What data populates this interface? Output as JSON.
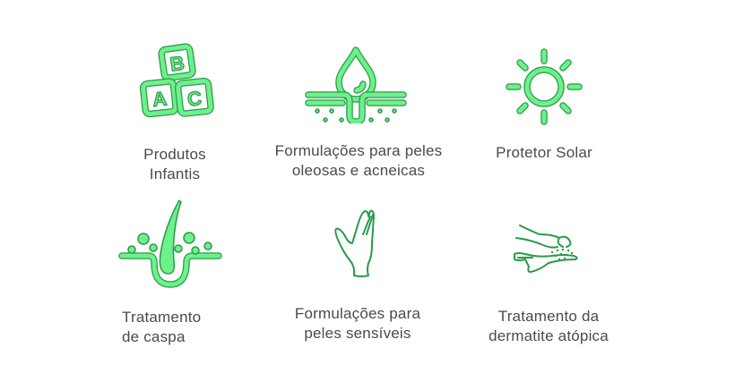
{
  "items": [
    {
      "icon": "abc-blocks-icon",
      "line1": "Produtos",
      "line2": "Infantis"
    },
    {
      "icon": "drop-skin-pore-icon",
      "line1": "Formulações para peles",
      "line2": "oleosas e acneicas"
    },
    {
      "icon": "sun-icon",
      "line1": "Protetor Solar",
      "line2": ""
    },
    {
      "icon": "hair-follicle-icon",
      "line1": "Tratamento",
      "line2": "de caspa"
    },
    {
      "icon": "hand-icon",
      "line1": "Formulações para",
      "line2": "peles sensíveis"
    },
    {
      "icon": "scratching-hand-icon",
      "line1": "Tratamento da",
      "line2": "dermatite atópica"
    }
  ],
  "colors": {
    "icon_fill": "#6ef08a",
    "icon_stroke": "#2a9a4a",
    "text": "#4a4a4a"
  }
}
